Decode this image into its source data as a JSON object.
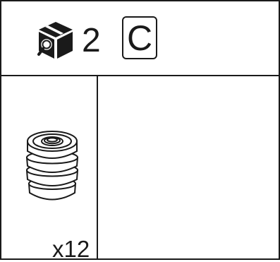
{
  "header": {
    "icon": "package-search-icon",
    "step_number": "2",
    "version_label": "C"
  },
  "parts_panel": {
    "part_icon": "threaded-insert-icon",
    "quantity": "x12"
  }
}
